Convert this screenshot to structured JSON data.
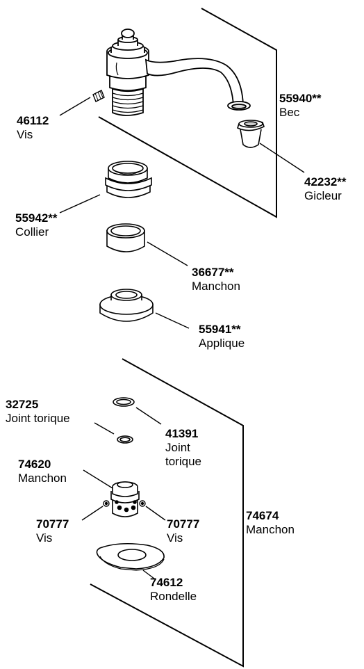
{
  "parts": [
    {
      "id": "spout",
      "number": "55940**",
      "name": "Bec"
    },
    {
      "id": "screw-top",
      "number": "46112",
      "name": "Vis"
    },
    {
      "id": "aerator",
      "number": "42232**",
      "name": "Gicleur"
    },
    {
      "id": "collar",
      "number": "55942**",
      "name": "Collier"
    },
    {
      "id": "sleeve-upper",
      "number": "36677**",
      "name": "Manchon"
    },
    {
      "id": "escutcheon",
      "number": "55941**",
      "name": "Applique"
    },
    {
      "id": "o-ring-small",
      "number": "32725",
      "name": "Joint torique"
    },
    {
      "id": "o-ring-large",
      "number": "41391",
      "name": "Joint torique"
    },
    {
      "id": "sleeve-lower",
      "number": "74620",
      "name": "Manchon"
    },
    {
      "id": "screw-left",
      "number": "70777",
      "name": "Vis"
    },
    {
      "id": "screw-right",
      "number": "70777",
      "name": "Vis"
    },
    {
      "id": "sleeve-assembly",
      "number": "74674",
      "name": "Manchon"
    },
    {
      "id": "washer",
      "number": "74612",
      "name": "Rondelle"
    }
  ]
}
